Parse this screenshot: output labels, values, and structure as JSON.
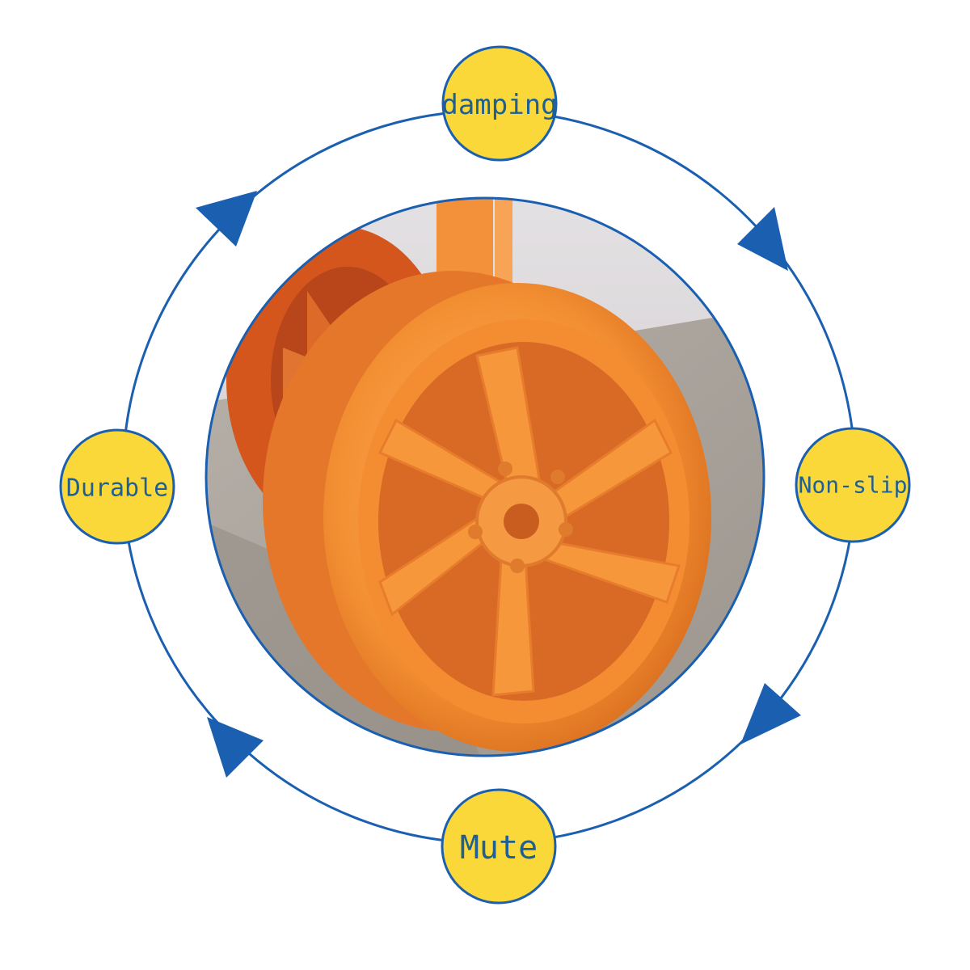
{
  "features": {
    "top": "damping",
    "right": "Non-slip",
    "bottom": "Mute",
    "left": "Durable"
  },
  "colors": {
    "cycle_blue": "#1a5fb0",
    "badge_yellow": "#fbd83a",
    "badge_border": "#1a5fb0",
    "label_blue": "#1f5f92",
    "wheel_orange": "#f08a2c",
    "wheel_dark": "#d0551c",
    "floor_gray": "#a8a39c",
    "wall_gray": "#d9d6d8"
  },
  "icons": {
    "wheel": "orange-wheel-photo",
    "arrow": "triangle-arrow-icon"
  }
}
